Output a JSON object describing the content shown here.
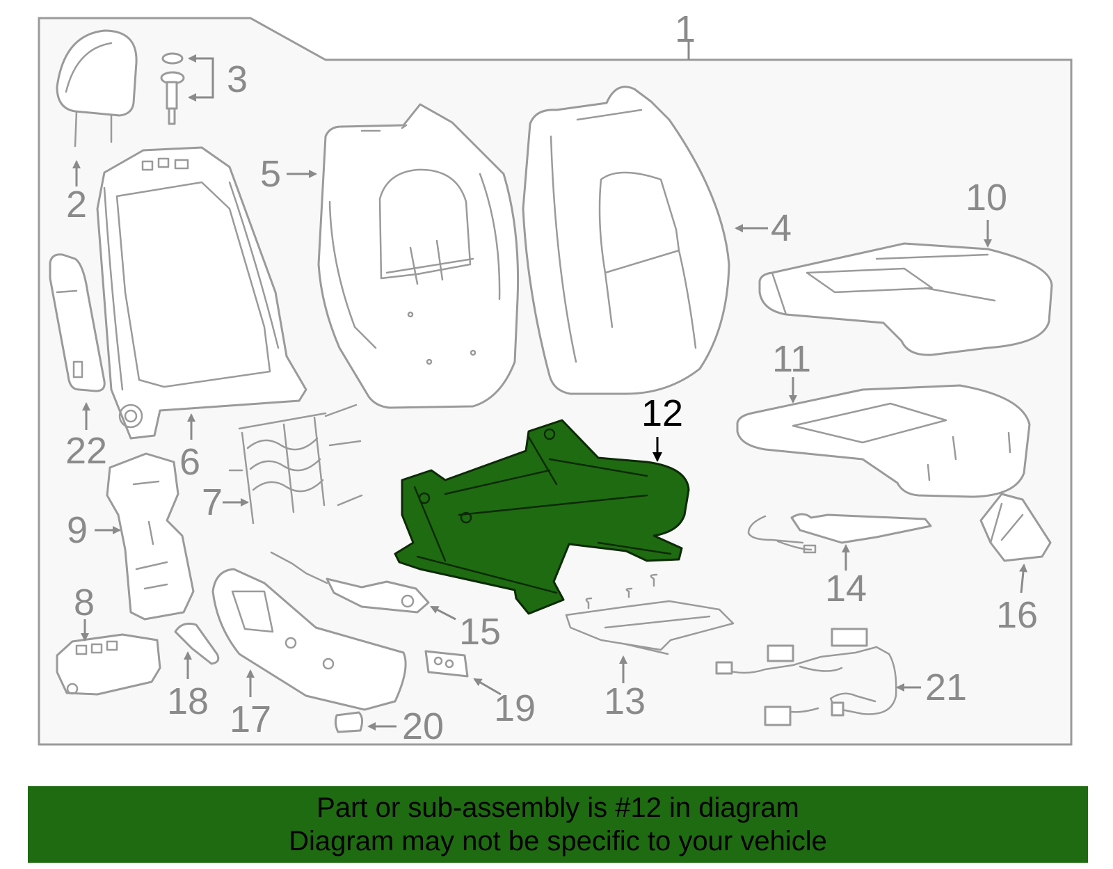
{
  "diagram": {
    "callouts": {
      "c1": "1",
      "c2": "2",
      "c3": "3",
      "c4": "4",
      "c5": "5",
      "c6": "6",
      "c7": "7",
      "c8": "8",
      "c9": "9",
      "c10": "10",
      "c11": "11",
      "c12": "12",
      "c13": "13",
      "c14": "14",
      "c15": "15",
      "c16": "16",
      "c17": "17",
      "c18": "18",
      "c19": "19",
      "c20": "20",
      "c21": "21",
      "c22": "22"
    },
    "highlighted_part": "12",
    "colors": {
      "highlight": "#1f6b11",
      "line": "#9a9a9a",
      "label": "#8a8a8a",
      "panel": "#f8f8f8"
    }
  },
  "banner": {
    "line1": "Part or sub-assembly is #12 in diagram",
    "line2": "Diagram may not be specific to your vehicle"
  }
}
